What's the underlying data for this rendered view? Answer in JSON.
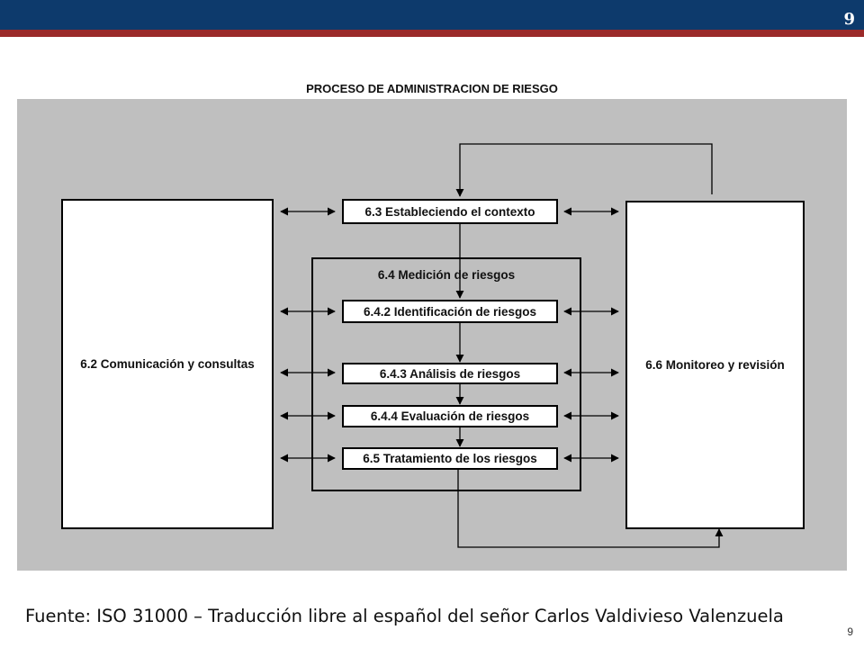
{
  "slide": {
    "page_number_top": "9",
    "page_number_bottom": "9"
  },
  "diagram": {
    "title": "PROCESO DE ADMINISTRACION DE RIESGO",
    "communication": "6.2 Comunicación y consultas",
    "monitoring": "6.6 Monitoreo y revisión",
    "context": "6.3 Estableciendo el contexto",
    "measurement": "6.4 Medición de riesgos",
    "identification": "6.4.2 Identificación de riesgos",
    "analysis": "6.4.3 Análisis de riesgos",
    "evaluation": "6.4.4 Evaluación de riesgos",
    "treatment": "6.5 Tratamiento de los riesgos"
  },
  "source": "Fuente: ISO 31000 – Traducción libre al español del señor Carlos Valdivieso Valenzuela"
}
